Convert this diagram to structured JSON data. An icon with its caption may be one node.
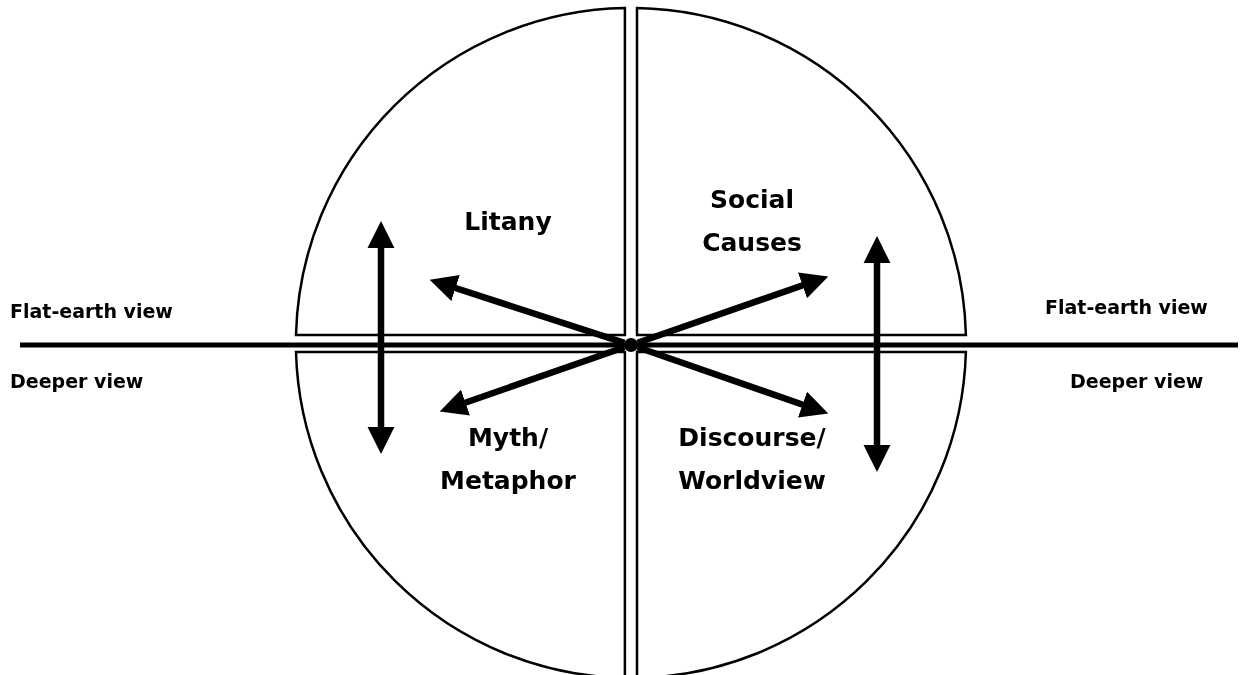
{
  "diagram": {
    "nodes": [
      {
        "text": [
          "Litany"
        ]
      },
      {
        "text": [
          "Social Causes"
        ]
      },
      {
        "text": [
          "Myth/ Metaphor"
        ]
      },
      {
        "text": [
          "Discourse/ Worldview"
        ]
      },
      {
        "text": [],
        "shape": "circle"
      }
    ],
    "edges": [
      {
        "from": 4,
        "to": 0,
        "arrow": "to"
      },
      {
        "from": 4,
        "to": 1,
        "arrow": "to"
      },
      {
        "from": 4,
        "to": 2,
        "arrow": "to"
      },
      {
        "from": 4,
        "to": 3,
        "arrow": "to"
      },
      {
        "from": 0,
        "to": 2,
        "arrow": "both"
      },
      {
        "from": 1,
        "to": 3,
        "arrow": "both"
      }
    ],
    "labels": [
      "Flat-earth view",
      "Flat-earth view",
      "Deeper view",
      "Deeper view"
    ]
  }
}
